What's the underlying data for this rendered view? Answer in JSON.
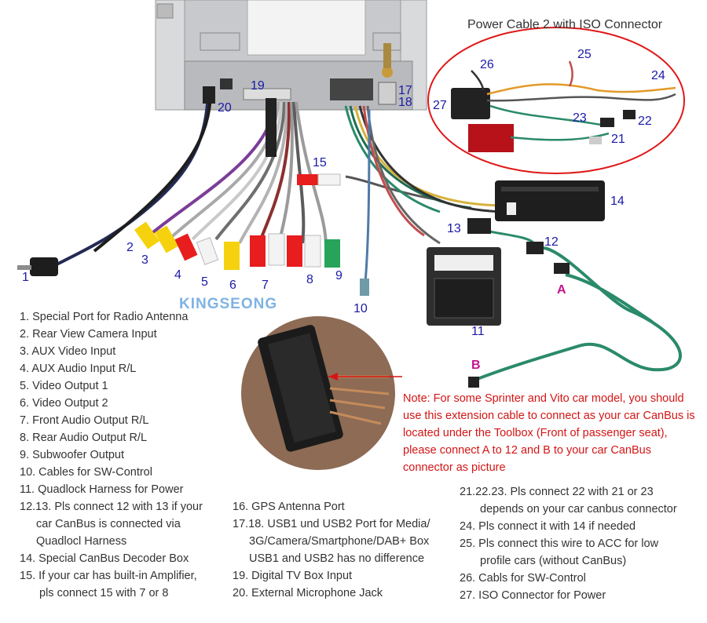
{
  "power_cable_title": "Power Cable 2 with ISO Connector",
  "watermark": "KINGSEONG",
  "labels": {
    "n1": "1",
    "n2": "2",
    "n3": "3",
    "n4": "4",
    "n5": "5",
    "n6": "6",
    "n7": "7",
    "n8": "8",
    "n9": "9",
    "n10": "10",
    "n11": "11",
    "n12": "12",
    "n13": "13",
    "n14": "14",
    "n15": "15",
    "n17": "17",
    "n18": "18",
    "n19": "19",
    "n20": "20",
    "n21": "21",
    "n22": "22",
    "n23": "23",
    "n24": "24",
    "n25": "25",
    "n26": "26",
    "n27": "27",
    "A": "A",
    "B": "B"
  },
  "note": "Note: For some Sprinter and Vito car model, you should use this extension cable to connect as your car CanBus is located under the Toolbox (Front of passenger seat), please connect A to 12 and B to your car CanBus connector as picture",
  "legend_col1": [
    "1. Special Port for Radio Antenna",
    "2. Rear View Camera Input",
    "3. AUX Video Input",
    "4. AUX Audio Input R/L",
    "5. Video Output 1",
    "6. Video Output 2",
    "7. Front Audio Output R/L",
    "8. Rear Audio Output R/L",
    "9. Subwoofer Output",
    "10. Cables for SW-Control",
    "11. Quadlock Harness for Power",
    "12.13. Pls connect 12 with 13 if your",
    "car CanBus is connected via",
    "Quadlocl Harness",
    "14. Special CanBus Decoder Box",
    "15. If your car has built-in Amplifier,",
    "pls connect 15 with 7 or 8"
  ],
  "legend_col2": [
    "16. GPS Antenna Port",
    "17.18. USB1 und USB2 Port for Media/",
    "3G/Camera/Smartphone/DAB+ Box",
    "USB1 and USB2 has no difference",
    "19. Digital TV Box Input",
    "20. External Microphone Jack"
  ],
  "legend_col3": [
    "21.22.23. Pls connect 22 with 21 or 23",
    "depends on your car canbus connector",
    "24. Pls connect it with 14 if needed",
    "25. Pls connect this wire to ACC for low",
    "profile cars (without CanBus)",
    "26. Cabls for SW-Control",
    "27. ISO Connector for Power"
  ],
  "colors": {
    "label_blue": "#1a1aa8",
    "label_pink": "#c4138c",
    "note_red": "#d41515",
    "ellipse_red": "#e01818",
    "wire_green": "#2a8a6a"
  }
}
